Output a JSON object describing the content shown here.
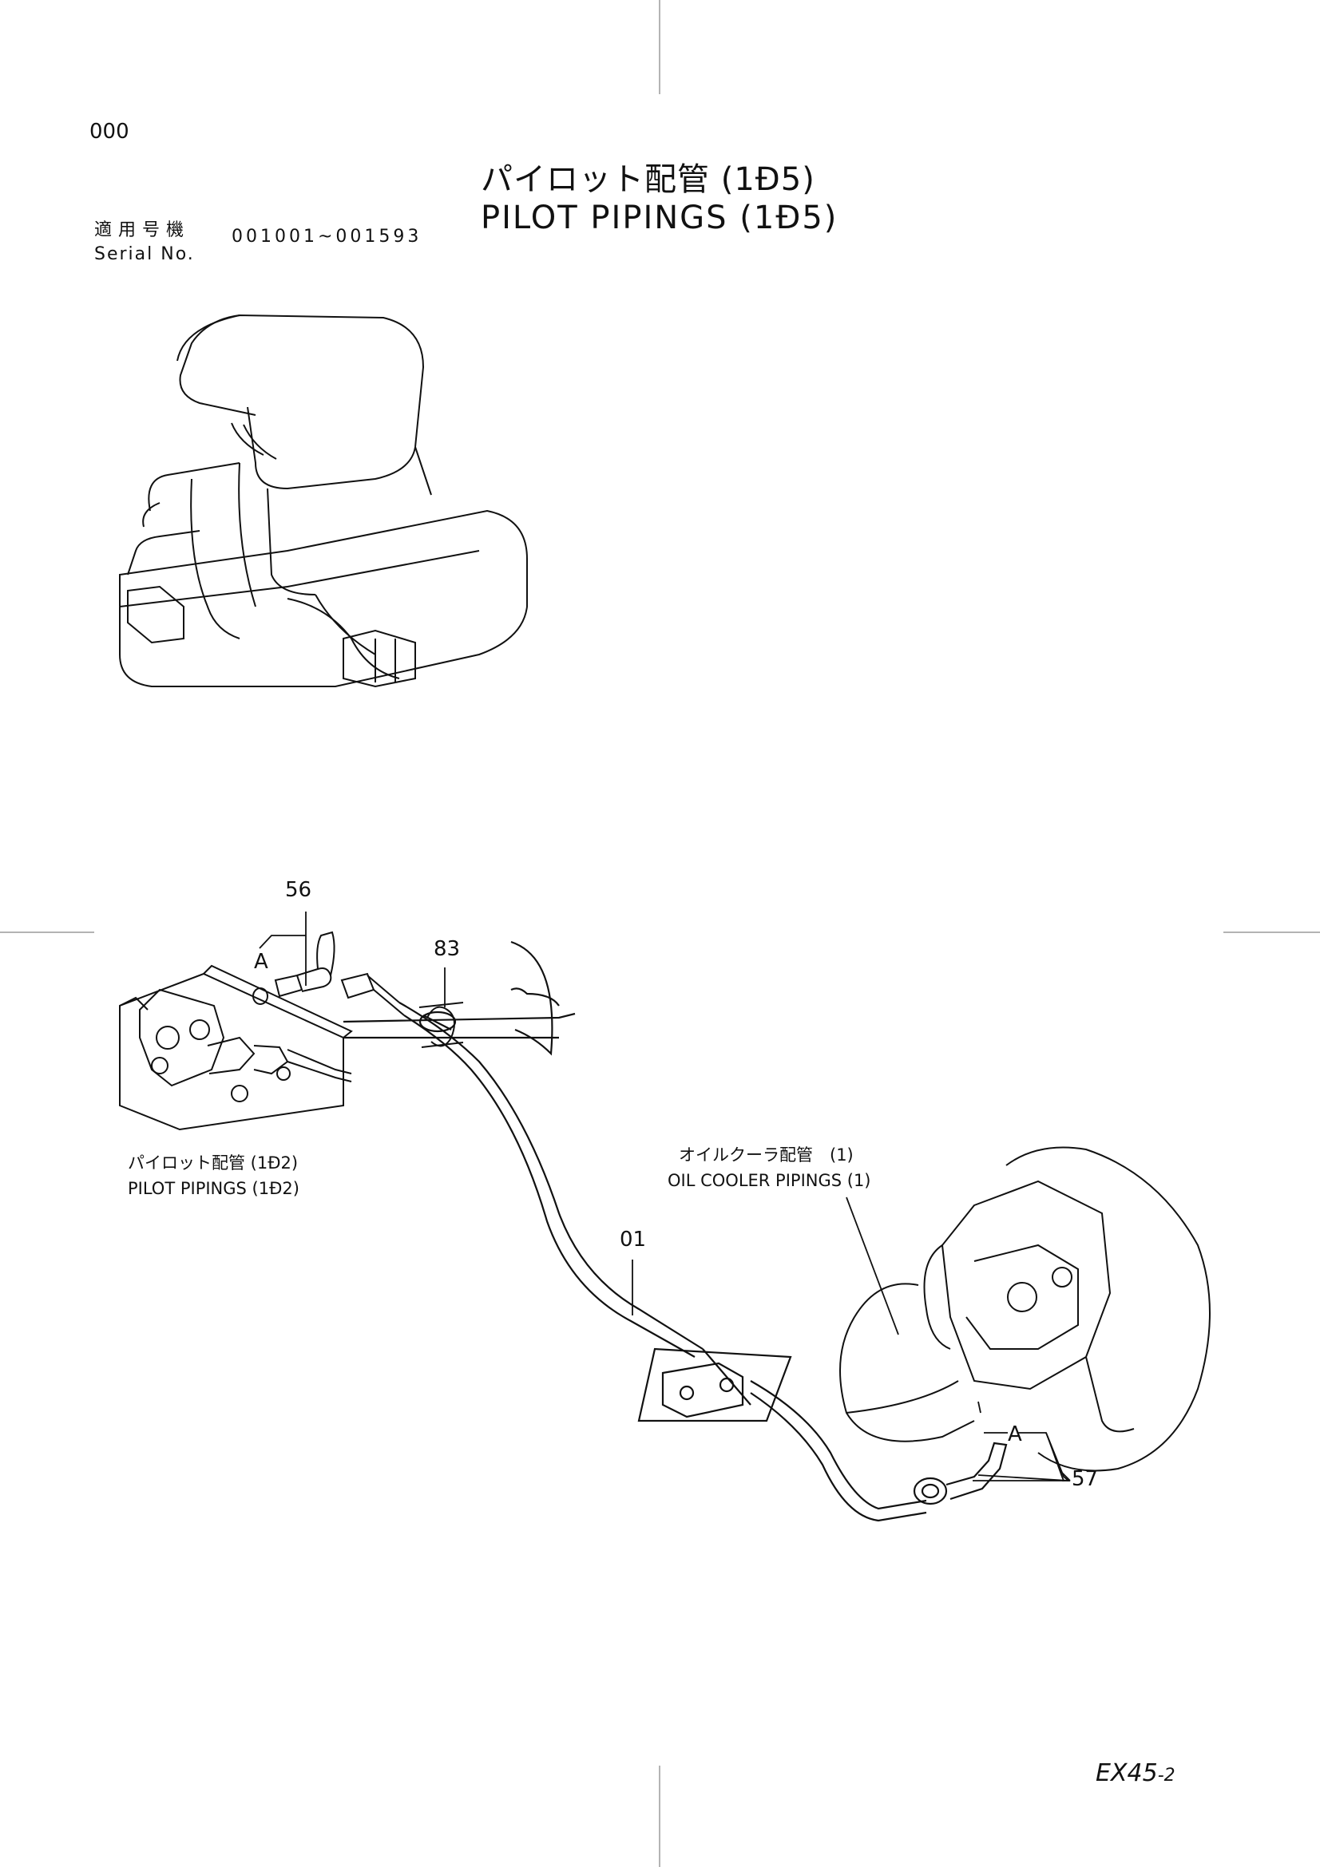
{
  "header": {
    "page_code": "000",
    "title_jp": "パイロット配管 (1Ð5)",
    "title_en": "PILOT PIPINGS (1Ð5)",
    "serial_label_jp": "適用号機",
    "serial_label_en": "Serial No.",
    "serial_range": "001001~001593"
  },
  "callouts": {
    "c56": "56",
    "c83": "83",
    "c01": "01",
    "c57": "57",
    "a_left": "A",
    "a_right": "A"
  },
  "references": {
    "pilot_jp": "パイロット配管 (1Ð2)",
    "pilot_en": "PILOT PIPINGS (1Ð2)",
    "cooler_jp": "オイルクーラ配管　(1)",
    "cooler_en": "OIL COOLER PIPINGS (1)"
  },
  "footer": {
    "model": "EX45",
    "model_suffix": "-2"
  },
  "colors": {
    "ink": "#111111",
    "crop_marks": "#9a9a9a"
  }
}
